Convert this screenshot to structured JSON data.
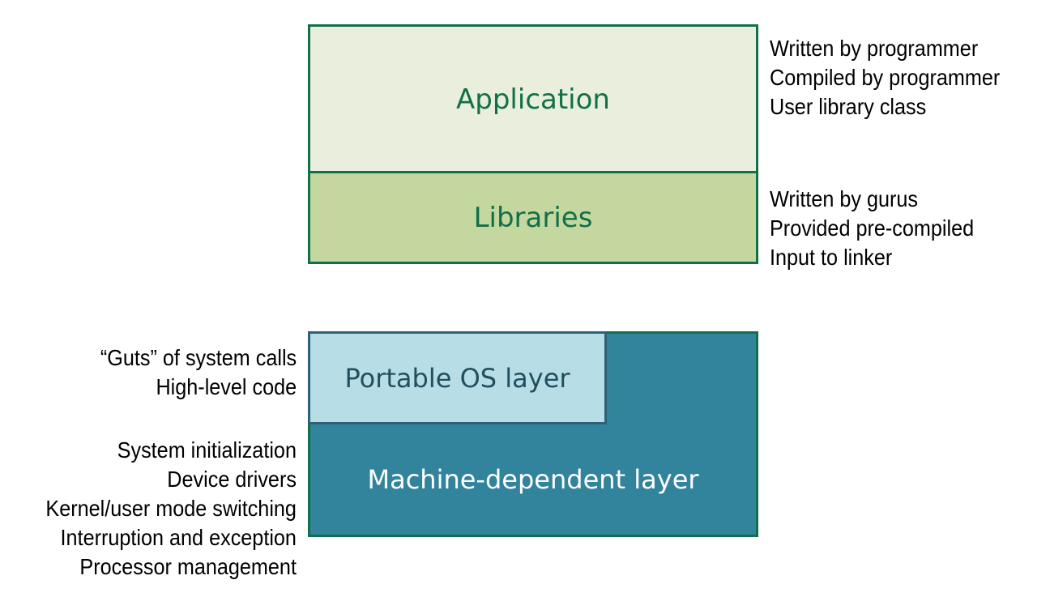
{
  "upper_stack": {
    "application": {
      "label": "Application",
      "notes": [
        "Written by programmer",
        "Compiled by programmer",
        "User library class"
      ]
    },
    "libraries": {
      "label": "Libraries",
      "notes": [
        "Written by gurus",
        "Provided pre-compiled",
        "Input to linker"
      ]
    }
  },
  "lower_stack": {
    "portable_os": {
      "label": "Portable OS layer",
      "notes": [
        "“Guts” of system calls",
        "High-level code"
      ]
    },
    "machine_dependent": {
      "label": "Machine-dependent layer",
      "notes": [
        "System initialization",
        "Device drivers",
        "Kernel/user mode switching",
        "Interruption and exception",
        "Processor management"
      ]
    }
  },
  "colors": {
    "application_fill": "#e9efdc",
    "libraries_fill": "#c4d79e",
    "green_border": "#11704a",
    "portable_fill": "#b7dde6",
    "machine_fill": "#32849c"
  }
}
